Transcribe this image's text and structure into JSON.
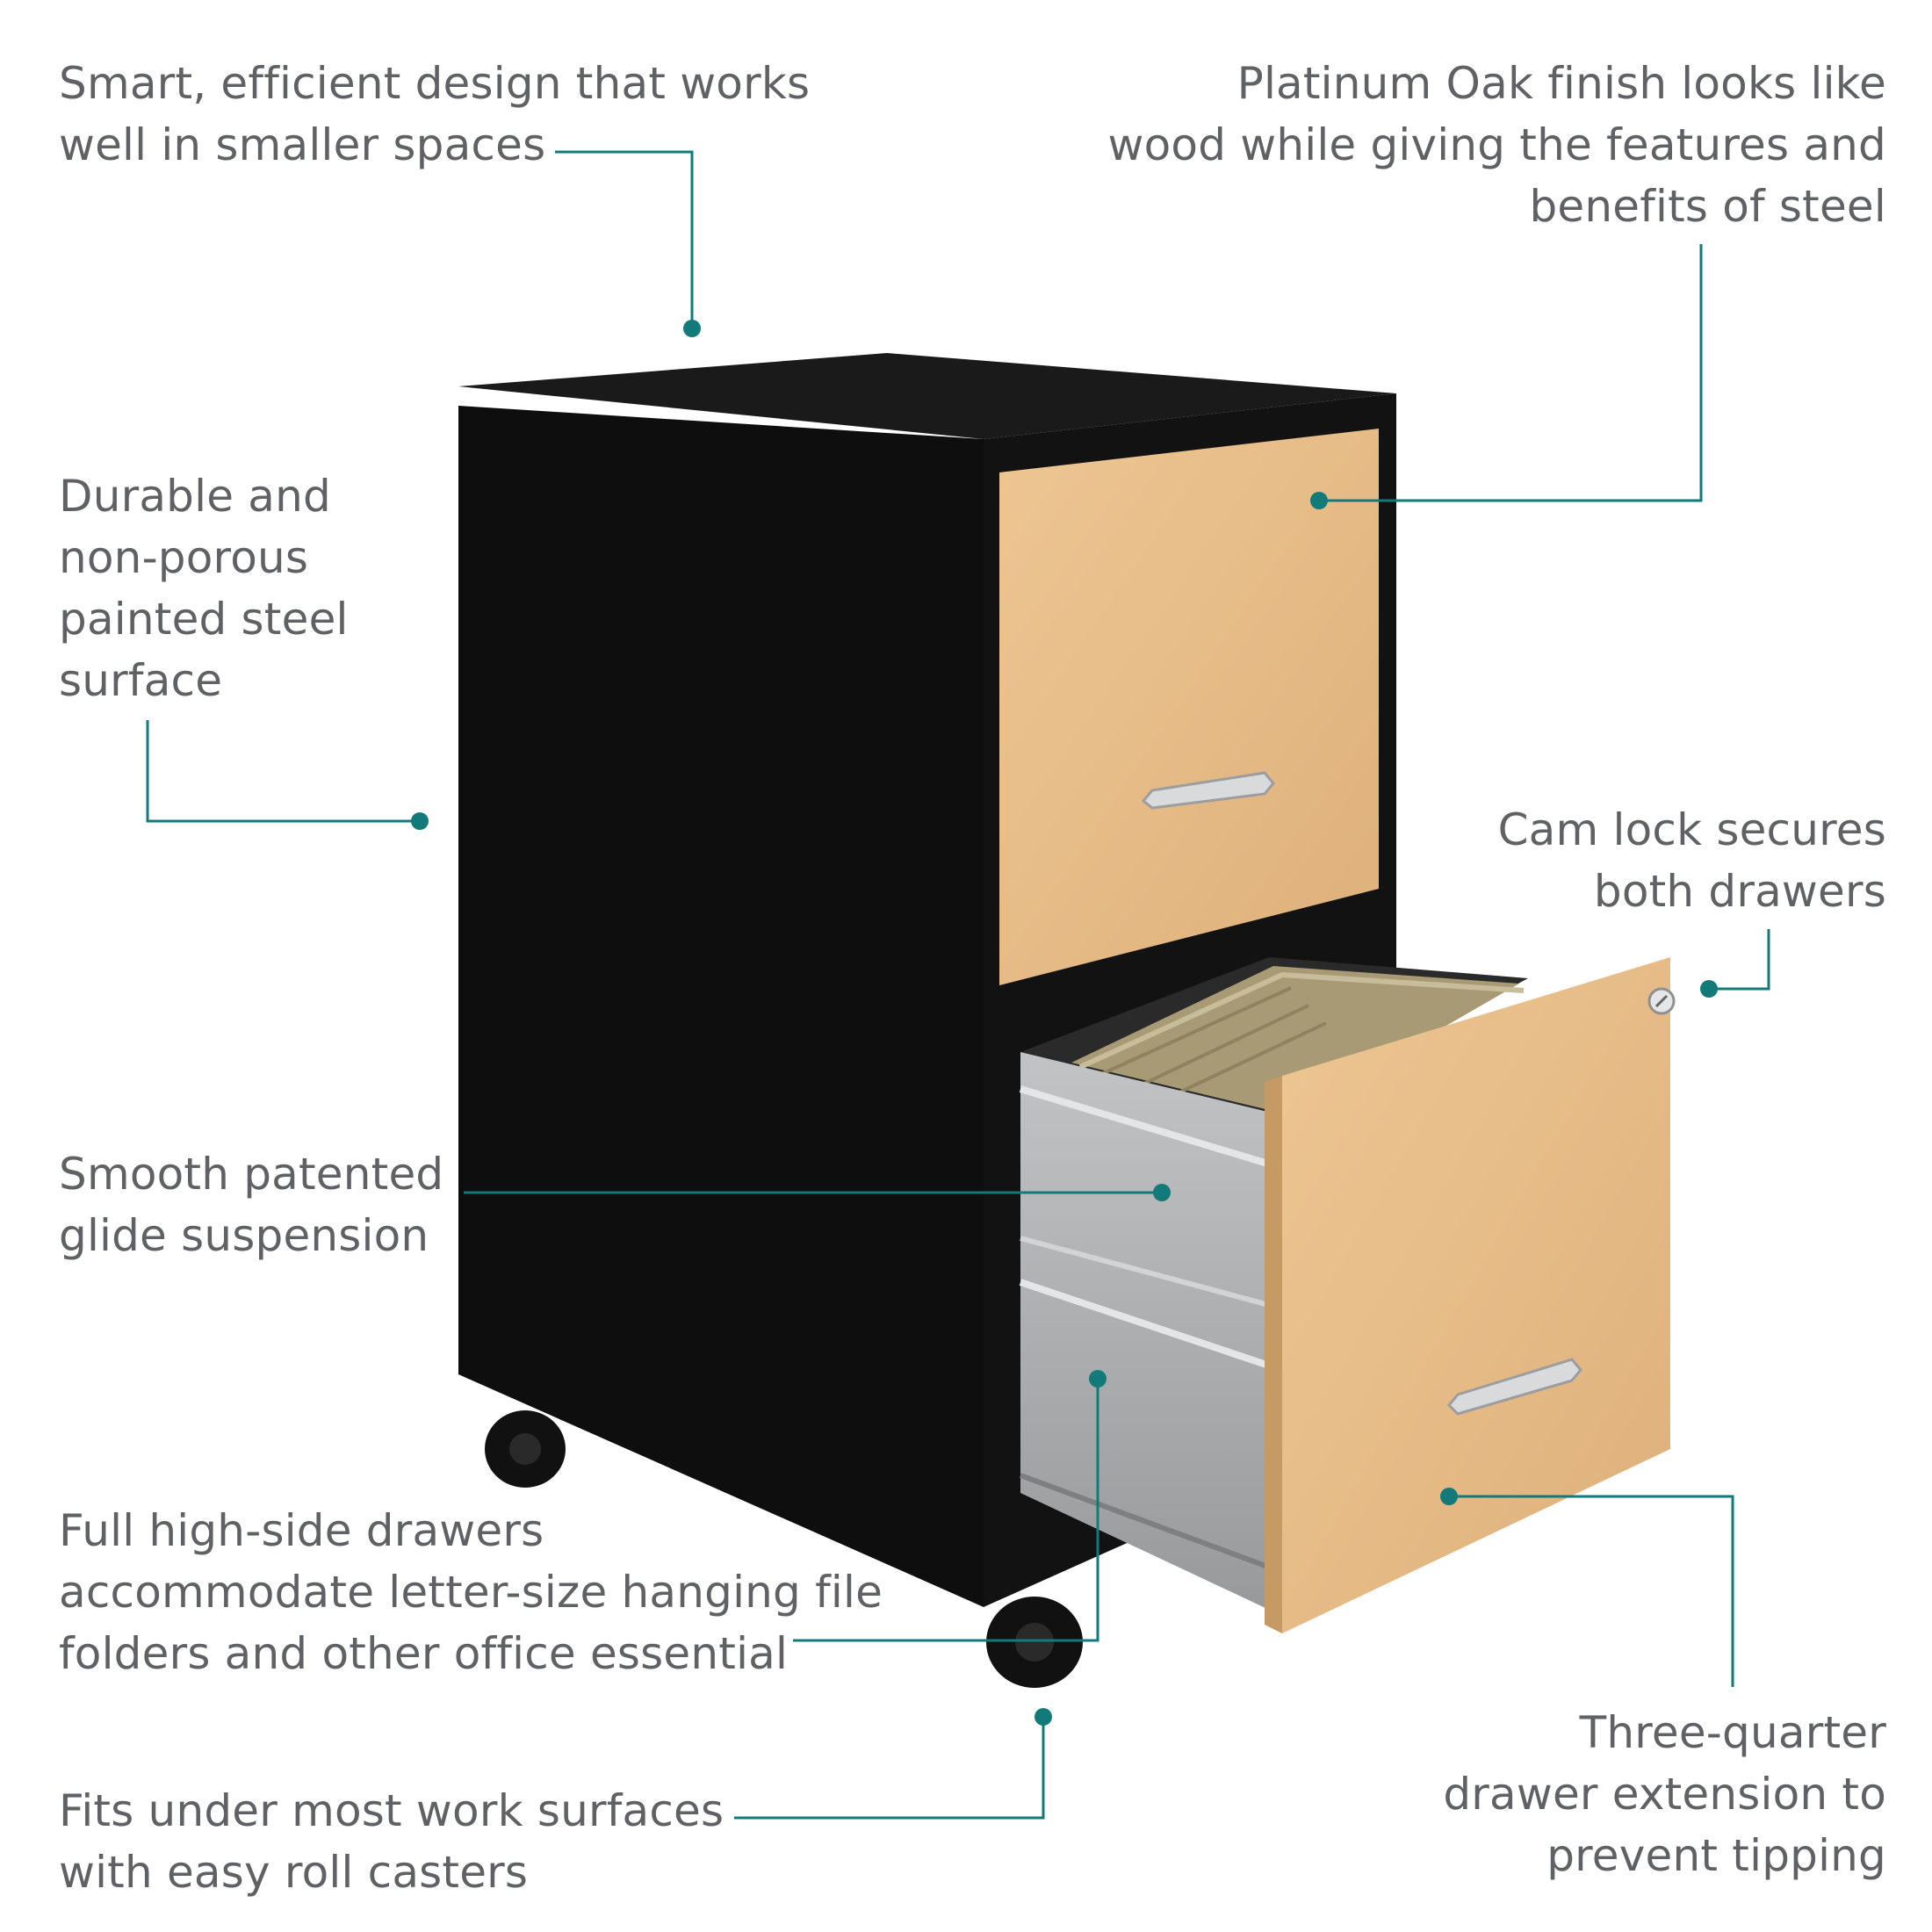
{
  "colors": {
    "accent": "#137a7a",
    "text": "#5f6165",
    "cabinet": "#0d0d0d",
    "oak": "#e6bb87",
    "steel": "#a9aaac"
  },
  "callouts": {
    "smart_design": [
      "Smart, efficient design that works",
      "well in smaller spaces"
    ],
    "oak_finish": [
      "Platinum Oak finish looks like",
      "wood while giving the features and",
      "benefits of steel"
    ],
    "durable": [
      "Durable and",
      "non-porous",
      "painted steel",
      "surface"
    ],
    "cam_lock": [
      "Cam lock secures",
      "both drawers"
    ],
    "glide": [
      "Smooth patented",
      "glide suspension"
    ],
    "high_side": [
      "Full high-side drawers",
      "accommodate letter-size hanging file",
      "folders and other office essential"
    ],
    "three_quarter": [
      "Three-quarter",
      "drawer extension to",
      "prevent tipping"
    ],
    "fits_under": [
      "Fits under most work surfaces",
      "with easy roll casters"
    ]
  }
}
